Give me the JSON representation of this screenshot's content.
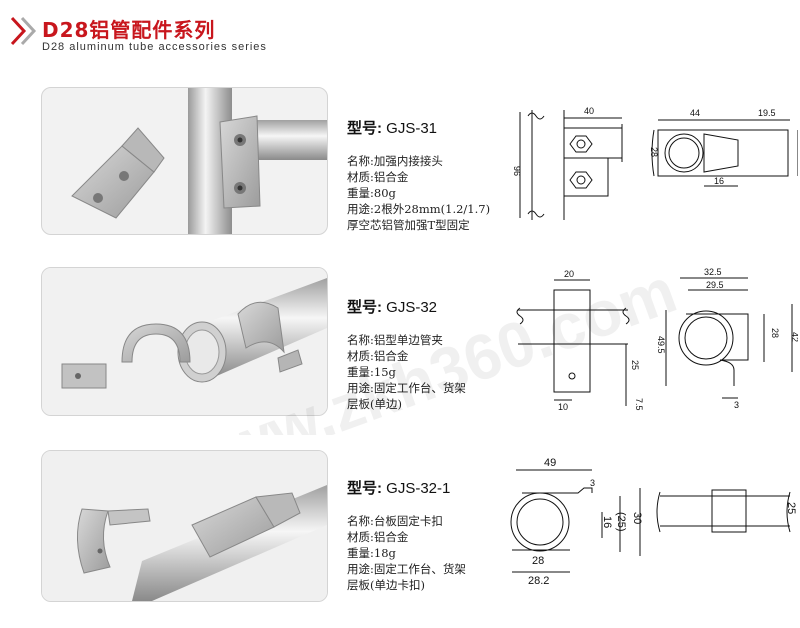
{
  "header": {
    "title_cn": "D28铝管配件系列",
    "title_en": "D28 aluminum tube accessories series"
  },
  "products": [
    {
      "model_label": "型号:",
      "model_code": "GJS-31",
      "name_label": "名称:",
      "name": "加强内接接头",
      "material_label": "材质:",
      "material": "铝合金",
      "weight_label": "重量:",
      "weight": "80g",
      "use_label": "用途:",
      "use_line1": "2根外28mm(1.2/1.7)",
      "use_line2": "厚空芯铝管加强T型固定",
      "dims": {
        "a": "40",
        "b": "96",
        "c": "44",
        "d": "19.5",
        "e": "28",
        "f": "16"
      }
    },
    {
      "model_label": "型号:",
      "model_code": "GJS-32",
      "name_label": "名称:",
      "name": "铝型单边管夹",
      "material_label": "材质:",
      "material": "铝合金",
      "weight_label": "重量:",
      "weight": "15g",
      "use_label": "用途:",
      "use_line1": "固定工作台、货架",
      "use_line2": "层板(单边)",
      "dims": {
        "a": "20",
        "b": "25",
        "c": "10",
        "d": "7.5",
        "e": "32.5",
        "f": "29.5",
        "g": "28",
        "h": "49.5",
        "i": "42",
        "j": "3"
      }
    },
    {
      "model_label": "型号:",
      "model_code": "GJS-32-1",
      "name_label": "名称:",
      "name": "台板固定卡扣",
      "material_label": "材质:",
      "material": "铝合金",
      "weight_label": "重量:",
      "weight": "18g",
      "use_label": "用途:",
      "use_line1": "固定工作台、货架",
      "use_line2": "层板(单边卡扣)",
      "dims": {
        "a": "49",
        "b": "3",
        "c": "16",
        "d": "(25)",
        "e": "30",
        "f": "28",
        "g": "28.2",
        "h": "25"
      }
    }
  ],
  "watermark": "www.zkh360.com",
  "colors": {
    "brand_red": "#c8161d",
    "frame_gray": "#d4d4d4"
  },
  "icons": {
    "header": "double-chevron-icon"
  }
}
